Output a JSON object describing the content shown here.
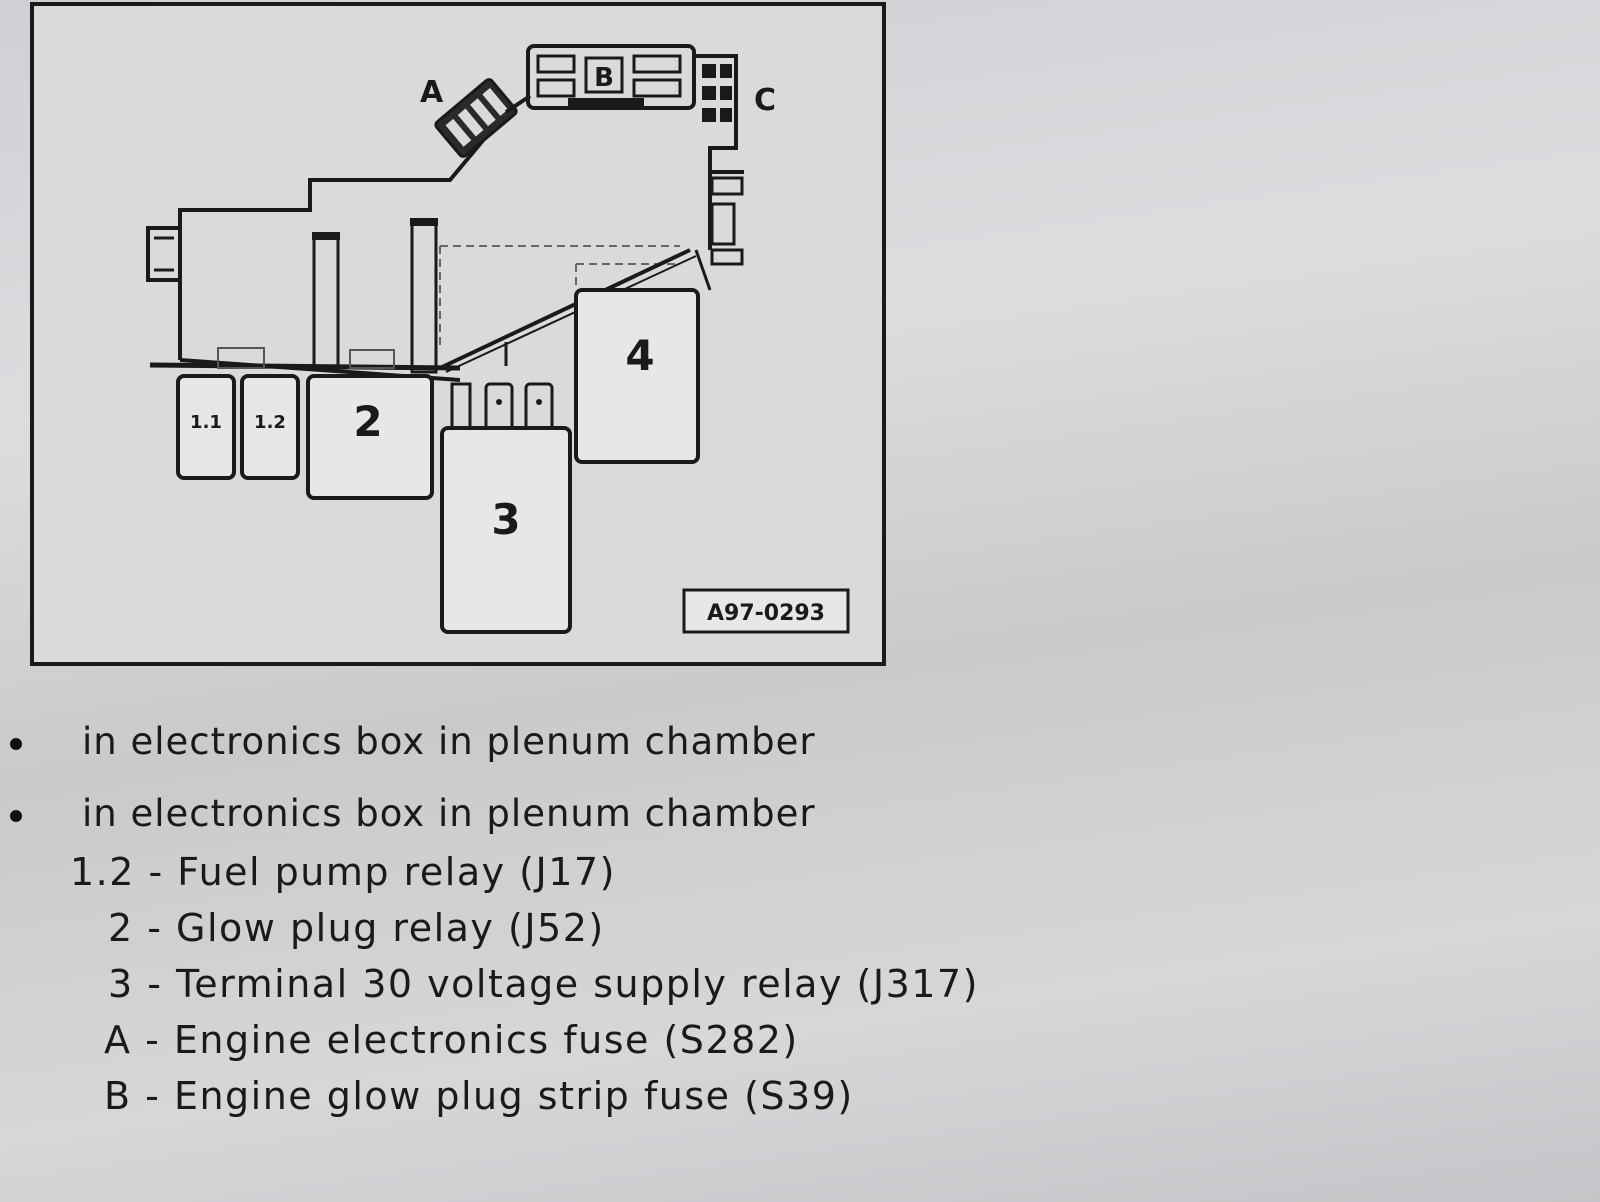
{
  "diagram": {
    "part_labels": {
      "relay_1_1": "1.1",
      "relay_1_2": "1.2",
      "relay_2": "2",
      "relay_3": "3",
      "relay_4": "4",
      "fuse_a": "A",
      "fuse_b": "B",
      "connector_c": "C"
    },
    "figure_code": "A97-0293"
  },
  "notes": [
    "in electronics box in plenum chamber",
    "in electronics box in plenum chamber"
  ],
  "legend_items": [
    "1.2 - Fuel pump relay (J17)",
    "2 - Glow plug relay (J52)",
    "3 - Terminal 30 voltage supply relay (J317)",
    "A - Engine electronics fuse (S282)",
    "B - Engine glow plug strip fuse (S39)"
  ],
  "colors": {
    "line": "#1a1a1a",
    "panel_background": "#d9dadc"
  }
}
